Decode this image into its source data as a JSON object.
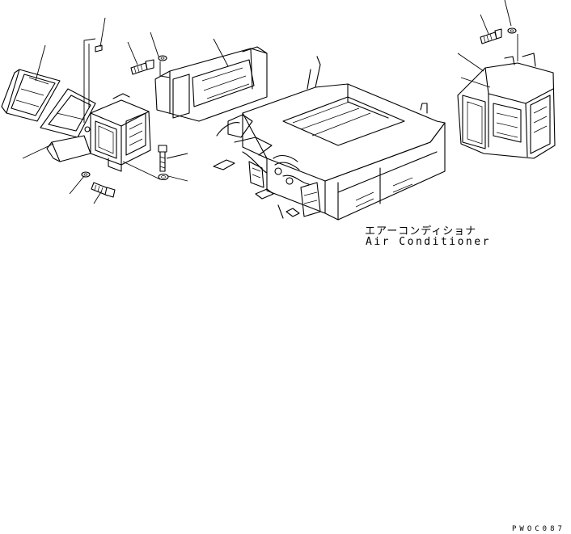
{
  "diagram": {
    "label_jp": "エアーコンディショナ",
    "label_en": "Air Conditioner",
    "figure_code": "PWOC087"
  },
  "colors": {
    "ink": "#000000",
    "background": "#ffffff"
  }
}
